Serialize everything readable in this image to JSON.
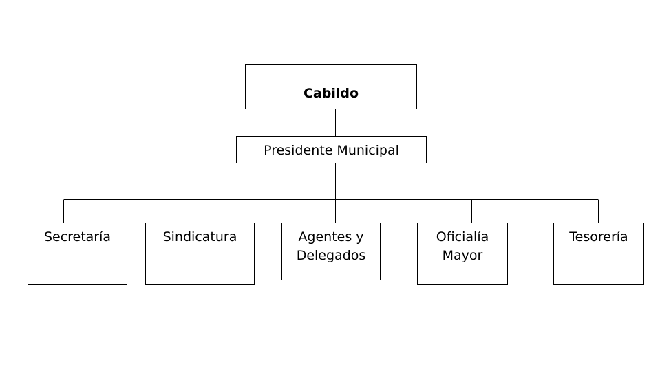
{
  "org_chart": {
    "top": {
      "label": "Cabildo"
    },
    "president": {
      "label": "Presidente Municipal"
    },
    "departments": [
      {
        "label": "Secretaría"
      },
      {
        "label": "Sindicatura"
      },
      {
        "label": "Agentes y Delegados"
      },
      {
        "label": "Oficialía Mayor"
      },
      {
        "label": "Tesorería"
      }
    ]
  }
}
